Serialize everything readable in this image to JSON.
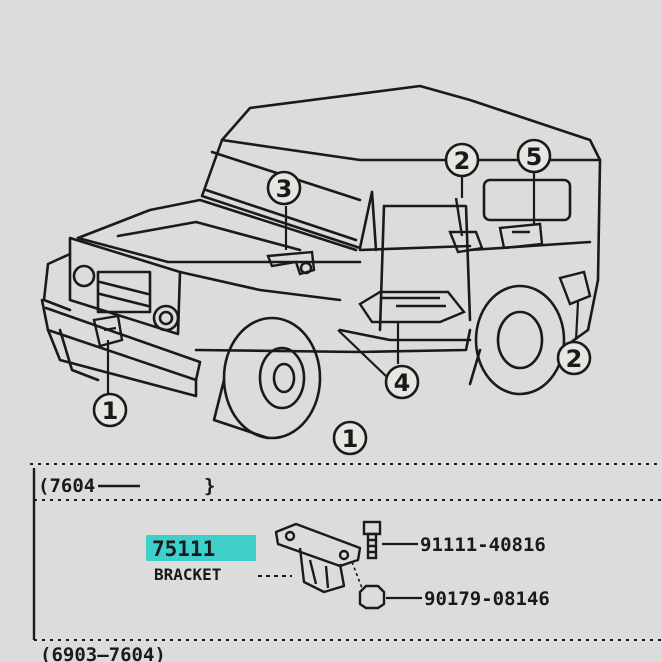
{
  "callouts": {
    "c1_front": "1",
    "c1_bottom": "1",
    "c2_door": "2",
    "c2_rear": "2",
    "c3_hood": "3",
    "c4_step": "4",
    "c5_side": "5"
  },
  "table": {
    "header_range": "(7604",
    "header_close": "}",
    "part_number": "75111",
    "part_name": "BRACKET",
    "bolt_number": "91111-40816",
    "nut_number": "90179-08146",
    "footer_range": "(6903—7604)"
  },
  "colors": {
    "highlight": "#3fd0cc",
    "ink": "#1a1a1a",
    "paper": "#dcdcda"
  }
}
